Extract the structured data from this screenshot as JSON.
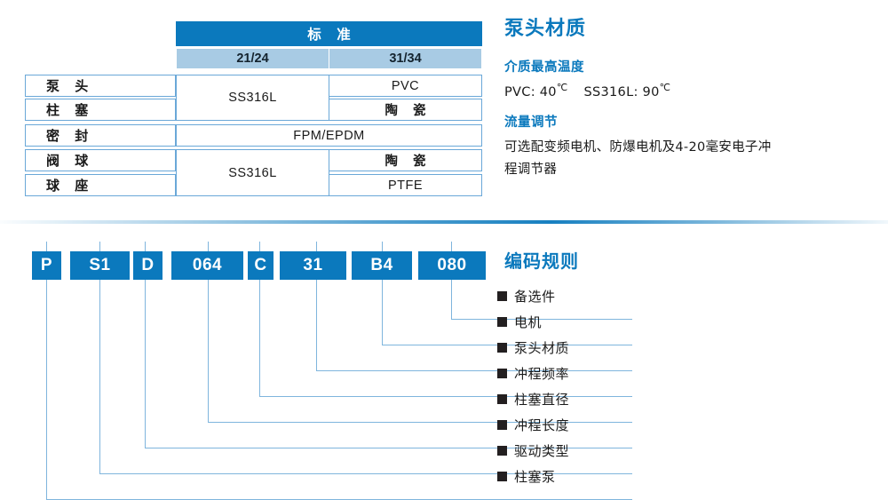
{
  "spec_table": {
    "header_main": "标 准",
    "header_subs": [
      "21/24",
      "31/34"
    ],
    "rows": [
      {
        "label": "泵 头",
        "col_21_24": "SS316L",
        "col_31_34": "PVC"
      },
      {
        "label": "柱 塞",
        "col_21_24": "SS316L",
        "col_31_34": "陶 瓷"
      },
      {
        "label": "密 封",
        "merged": "FPM/EPDM"
      },
      {
        "label": "阀 球",
        "col_21_24": "SS316L",
        "col_31_34": "陶 瓷"
      },
      {
        "label": "球 座",
        "col_21_24": "SS316L",
        "col_31_34": "PTFE"
      }
    ],
    "merged_left_top": "SS316L",
    "merged_left_bottom": "SS316L",
    "merged_seal": "FPM/EPDM"
  },
  "material_panel": {
    "title": "泵头材质",
    "temperature_heading": "介质最高温度",
    "temperature_pvc": "PVC: 40",
    "temperature_pvc_unit": "℃",
    "temperature_ss": "SS316L: 90",
    "temperature_ss_unit": "℃",
    "flow_heading": "流量调节",
    "flow_line1": "可选配变频电机、防爆电机及4-20毫安电子冲",
    "flow_line2": "程调节器"
  },
  "code_scheme": {
    "title": "编码规则",
    "segments": [
      {
        "code": "P",
        "meaning": "柱塞泵"
      },
      {
        "code": "S1",
        "meaning": "驱动类型"
      },
      {
        "code": "D",
        "meaning": "冲程长度"
      },
      {
        "code": "064",
        "meaning": "柱塞直径"
      },
      {
        "code": "C",
        "meaning": "冲程频率"
      },
      {
        "code": "31",
        "meaning": "泵头材质"
      },
      {
        "code": "B4",
        "meaning": "电机"
      },
      {
        "code": "080",
        "meaning": "备选件"
      }
    ],
    "legend": [
      "备选件",
      "电机",
      "泵头材质",
      "冲程频率",
      "柱塞直径",
      "冲程长度",
      "驱动类型",
      "柱塞泵"
    ]
  },
  "colors": {
    "brand_blue": "#0b79bd",
    "light_blue": "#a8cbe4",
    "border_blue": "#6aa8d8",
    "rule_blue": "#7fb5dd",
    "square_dark": "#231f20"
  }
}
